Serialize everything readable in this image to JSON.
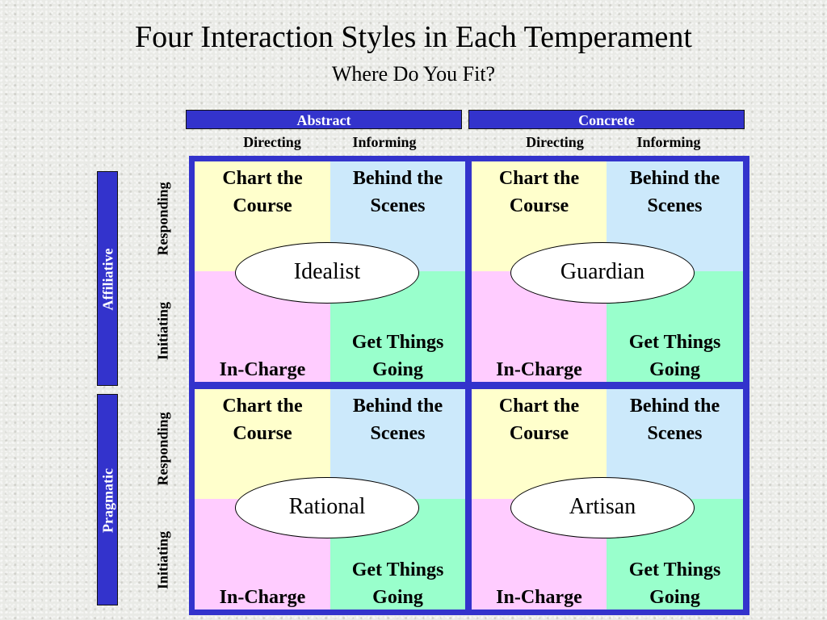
{
  "title": "Four Interaction Styles in Each Temperament",
  "subtitle": "Where Do You Fit?",
  "column_headers": {
    "abstract": "Abstract",
    "concrete": "Concrete",
    "subheaders": [
      "Directing",
      "Informing",
      "Directing",
      "Informing"
    ]
  },
  "row_headers": {
    "affiliative": "Affiliative",
    "pragmatic": "Pragmatic",
    "sublabels": [
      "Responding",
      "Initiating",
      "Responding",
      "Initiating"
    ]
  },
  "styles": {
    "chart": "Chart the Course",
    "behind": "Behind the Scenes",
    "incharge": "In-Charge",
    "getthings": "Get Things Going"
  },
  "temperaments": [
    "Idealist",
    "Guardian",
    "Rational",
    "Artisan"
  ],
  "colors": {
    "header_blue": "#3333cc",
    "chart_the_course": "#ffffcc",
    "behind_the_scenes": "#cce9fb",
    "in_charge": "#ffccff",
    "get_things_going": "#99ffcc"
  }
}
